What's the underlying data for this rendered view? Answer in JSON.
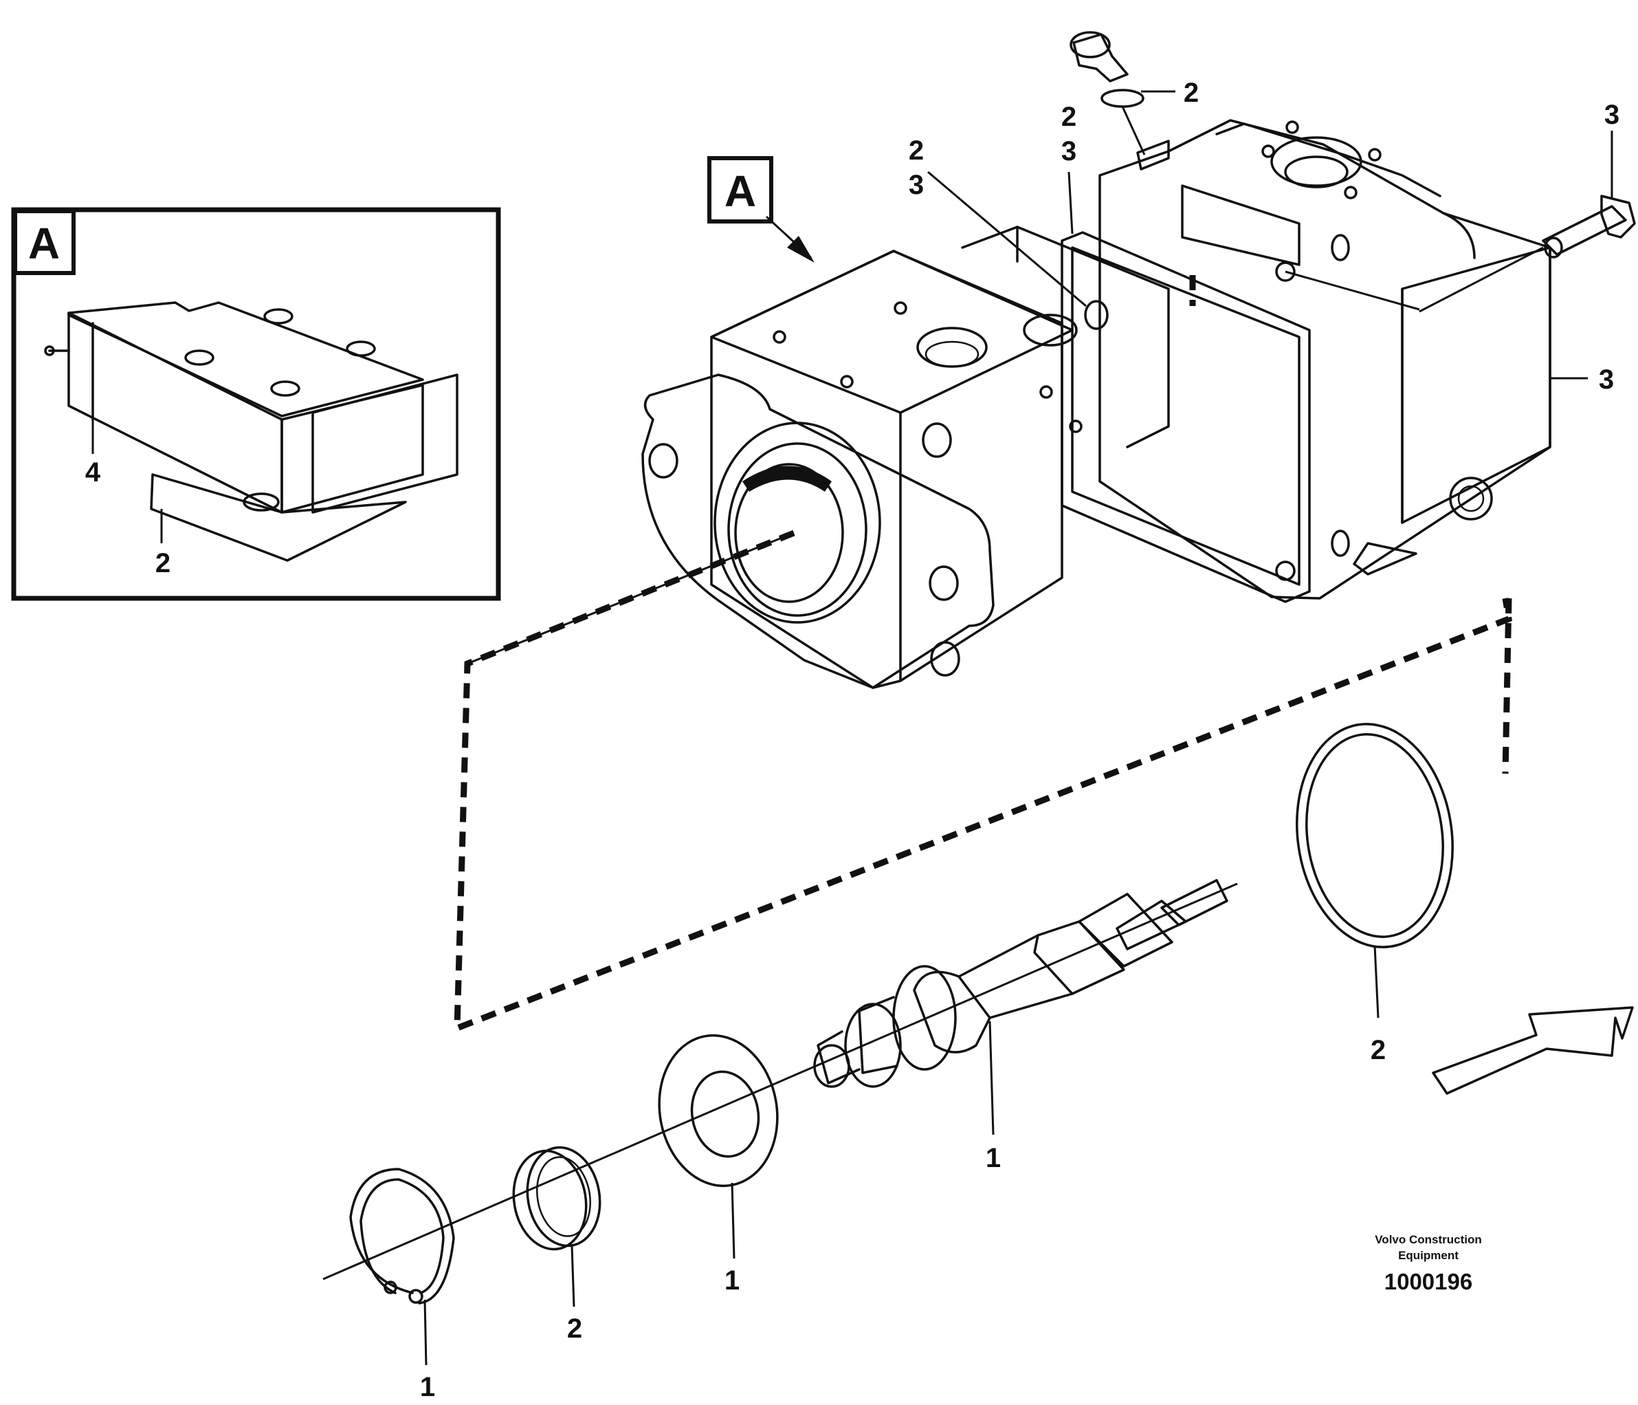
{
  "detail_view": {
    "title": "A",
    "callouts": {
      "gasket": "2",
      "pin": "4"
    }
  },
  "main_view": {
    "view_marker": "A",
    "callouts": {
      "plug_oring": "2",
      "port_seal_2": "2",
      "port_seal_3": "3",
      "flange_seal_2": "2",
      "flange_seal_3": "3",
      "bolt": "3",
      "rear_housing": "3",
      "shaft": "1",
      "shaft_oring": "2",
      "washer": "1",
      "bushing": "2",
      "snap_ring": "1"
    }
  },
  "footer": {
    "credit_line1": "Volvo Construction",
    "credit_line2": "Equipment",
    "part_number": "1000196"
  }
}
